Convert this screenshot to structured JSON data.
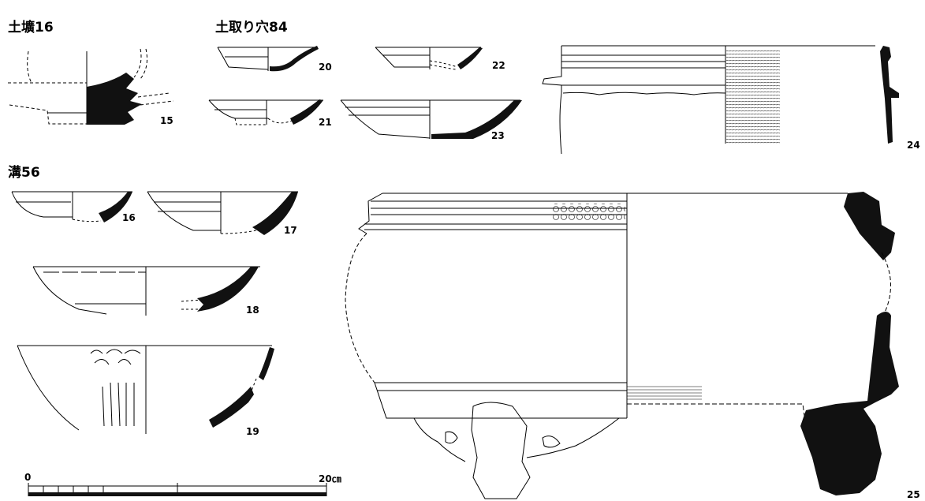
{
  "sections": {
    "dokou": "土壙16",
    "dotoriana": "土取り穴84",
    "mizo": "溝56"
  },
  "figure_numbers": {
    "n15": "15",
    "n16": "16",
    "n17": "17",
    "n18": "18",
    "n19": "19",
    "n20": "20",
    "n21": "21",
    "n22": "22",
    "n23": "23",
    "n24": "24",
    "n25": "25"
  },
  "scale": {
    "start": "0",
    "end": "20㎝"
  },
  "colors": {
    "ink": "#000000",
    "paper": "#ffffff",
    "fill": "#111111"
  }
}
